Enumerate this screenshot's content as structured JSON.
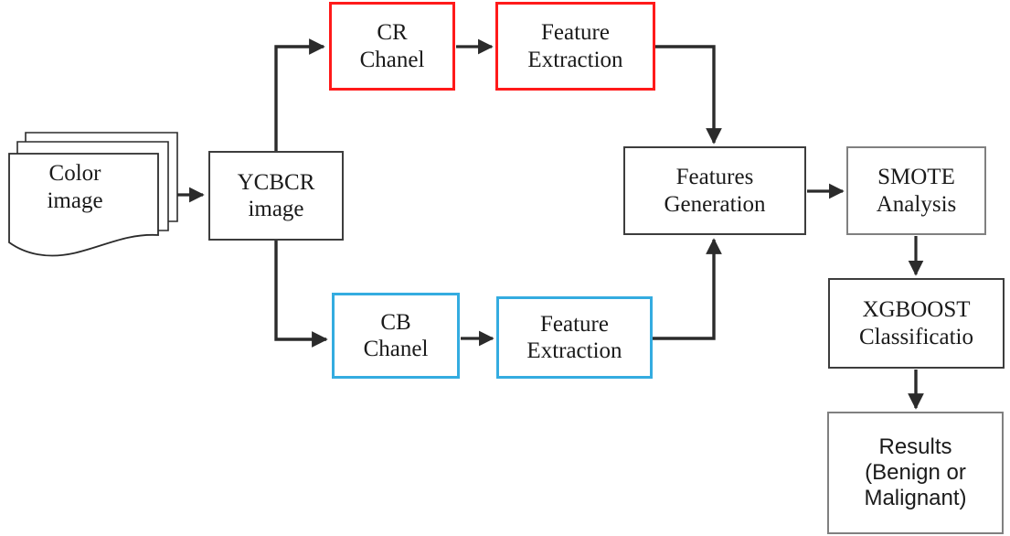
{
  "diagram": {
    "title": "YCbCr channel feature extraction and XGBoost classification pipeline",
    "colors": {
      "red": "#ff1a1a",
      "cyan": "#34ace0",
      "dark": "#3d3d3d",
      "gray": "#808080",
      "background": "#ffffff",
      "text": "#1a1a1a"
    },
    "nodes": {
      "color_image": {
        "label": "Color\nimage",
        "shape": "document-stack",
        "border": "dark"
      },
      "ycbcr_image": {
        "label": "YCBCR\nimage",
        "shape": "rect",
        "border": "dark"
      },
      "cr_chanel": {
        "label": "CR\nChanel",
        "shape": "rect",
        "border": "red"
      },
      "cr_feature_extraction": {
        "label": "Feature\nExtraction",
        "shape": "rect",
        "border": "red"
      },
      "cb_chanel": {
        "label": "CB\nChanel",
        "shape": "rect",
        "border": "cyan"
      },
      "cb_feature_extraction": {
        "label": "Feature\nExtraction",
        "shape": "rect",
        "border": "cyan"
      },
      "features_generation": {
        "label": "Features\nGeneration",
        "shape": "rect",
        "border": "dark"
      },
      "smote_analysis": {
        "label": "SMOTE\nAnalysis",
        "shape": "rect",
        "border": "gray"
      },
      "xgboost_classification": {
        "label": "XGBOOST\nClassificatio",
        "shape": "rect",
        "border": "dark"
      },
      "results": {
        "label": "Results\n(Benign or\nMalignant)",
        "shape": "rect",
        "border": "gray"
      }
    },
    "edges": [
      {
        "from": "color_image",
        "to": "ycbcr_image",
        "style": "straight-right"
      },
      {
        "from": "ycbcr_image",
        "to": "cr_chanel",
        "style": "up-then-right"
      },
      {
        "from": "ycbcr_image",
        "to": "cb_chanel",
        "style": "down-then-right"
      },
      {
        "from": "cr_chanel",
        "to": "cr_feature_extraction",
        "style": "straight-right"
      },
      {
        "from": "cb_chanel",
        "to": "cb_feature_extraction",
        "style": "straight-right"
      },
      {
        "from": "cr_feature_extraction",
        "to": "features_generation",
        "style": "right-then-down"
      },
      {
        "from": "cb_feature_extraction",
        "to": "features_generation",
        "style": "right-then-up"
      },
      {
        "from": "features_generation",
        "to": "smote_analysis",
        "style": "straight-right"
      },
      {
        "from": "smote_analysis",
        "to": "xgboost_classification",
        "style": "straight-down"
      },
      {
        "from": "xgboost_classification",
        "to": "results",
        "style": "straight-down"
      }
    ]
  }
}
